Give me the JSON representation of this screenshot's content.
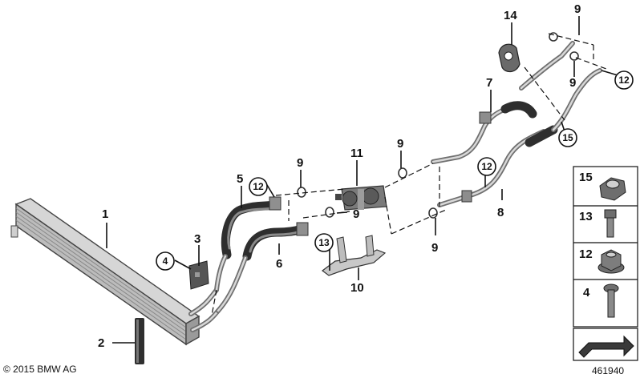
{
  "copyright": "© 2015 BMW AG",
  "diagram_id": "461940",
  "labels": {
    "p1": "1",
    "p2": "2",
    "p3": "3",
    "p4": "4",
    "p5": "5",
    "p6": "6",
    "p7": "7",
    "p8": "8",
    "p9a": "9",
    "p9b": "9",
    "p9c": "9",
    "p9d": "9",
    "p9e": "9",
    "p9f": "9",
    "p10": "10",
    "p11": "11",
    "p12a": "12",
    "p12b": "12",
    "p12c": "12",
    "p13": "13",
    "p14": "14",
    "p15": "15"
  },
  "legend": [
    {
      "number": "15",
      "part": "hex-nut-icon"
    },
    {
      "number": "13",
      "part": "bolt-icon"
    },
    {
      "number": "12",
      "part": "flange-nut-icon"
    },
    {
      "number": "4",
      "part": "torx-screw-icon"
    }
  ],
  "direction_icon": "arrow-icon"
}
